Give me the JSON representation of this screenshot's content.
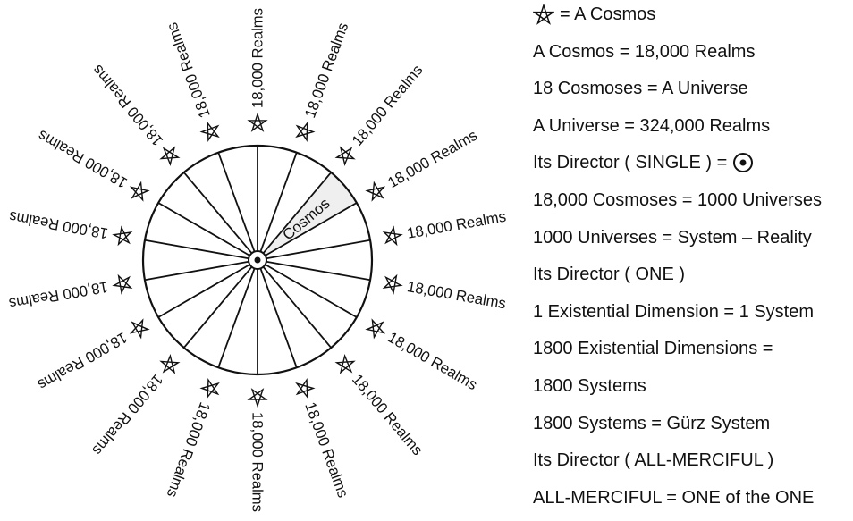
{
  "diagram": {
    "segment_count": 18,
    "highlighted_segment_label": "Cosmos",
    "ray_label": "18,000 Realms",
    "highlight_color": "#efefef",
    "line_color": "#111111"
  },
  "legend": {
    "lines": [
      {
        "icon": "pentagram-icon",
        "text": "= A Cosmos"
      },
      {
        "text": "A Cosmos = 18,000 Realms"
      },
      {
        "text": "18 Cosmoses = A Universe"
      },
      {
        "text": "A Universe = 324,000 Realms"
      },
      {
        "text": "Its Director ( SINGLE ) =",
        "icon_after": "circled-dot-icon"
      },
      {
        "text": "18,000 Cosmoses = 1000 Universes"
      },
      {
        "text": "1000 Universes = System – Reality"
      },
      {
        "text": "Its Director ( ONE )"
      },
      {
        "text": "1 Existential Dimension = 1 System"
      },
      {
        "text": "1800 Existential Dimensions ="
      },
      {
        "text": "1800 Systems"
      },
      {
        "text": "1800 Systems = Gürz System"
      },
      {
        "text": "Its Director ( ALL-MERCIFUL )"
      },
      {
        "text": "ALL-MERCIFUL = ONE of the ONE"
      }
    ]
  }
}
